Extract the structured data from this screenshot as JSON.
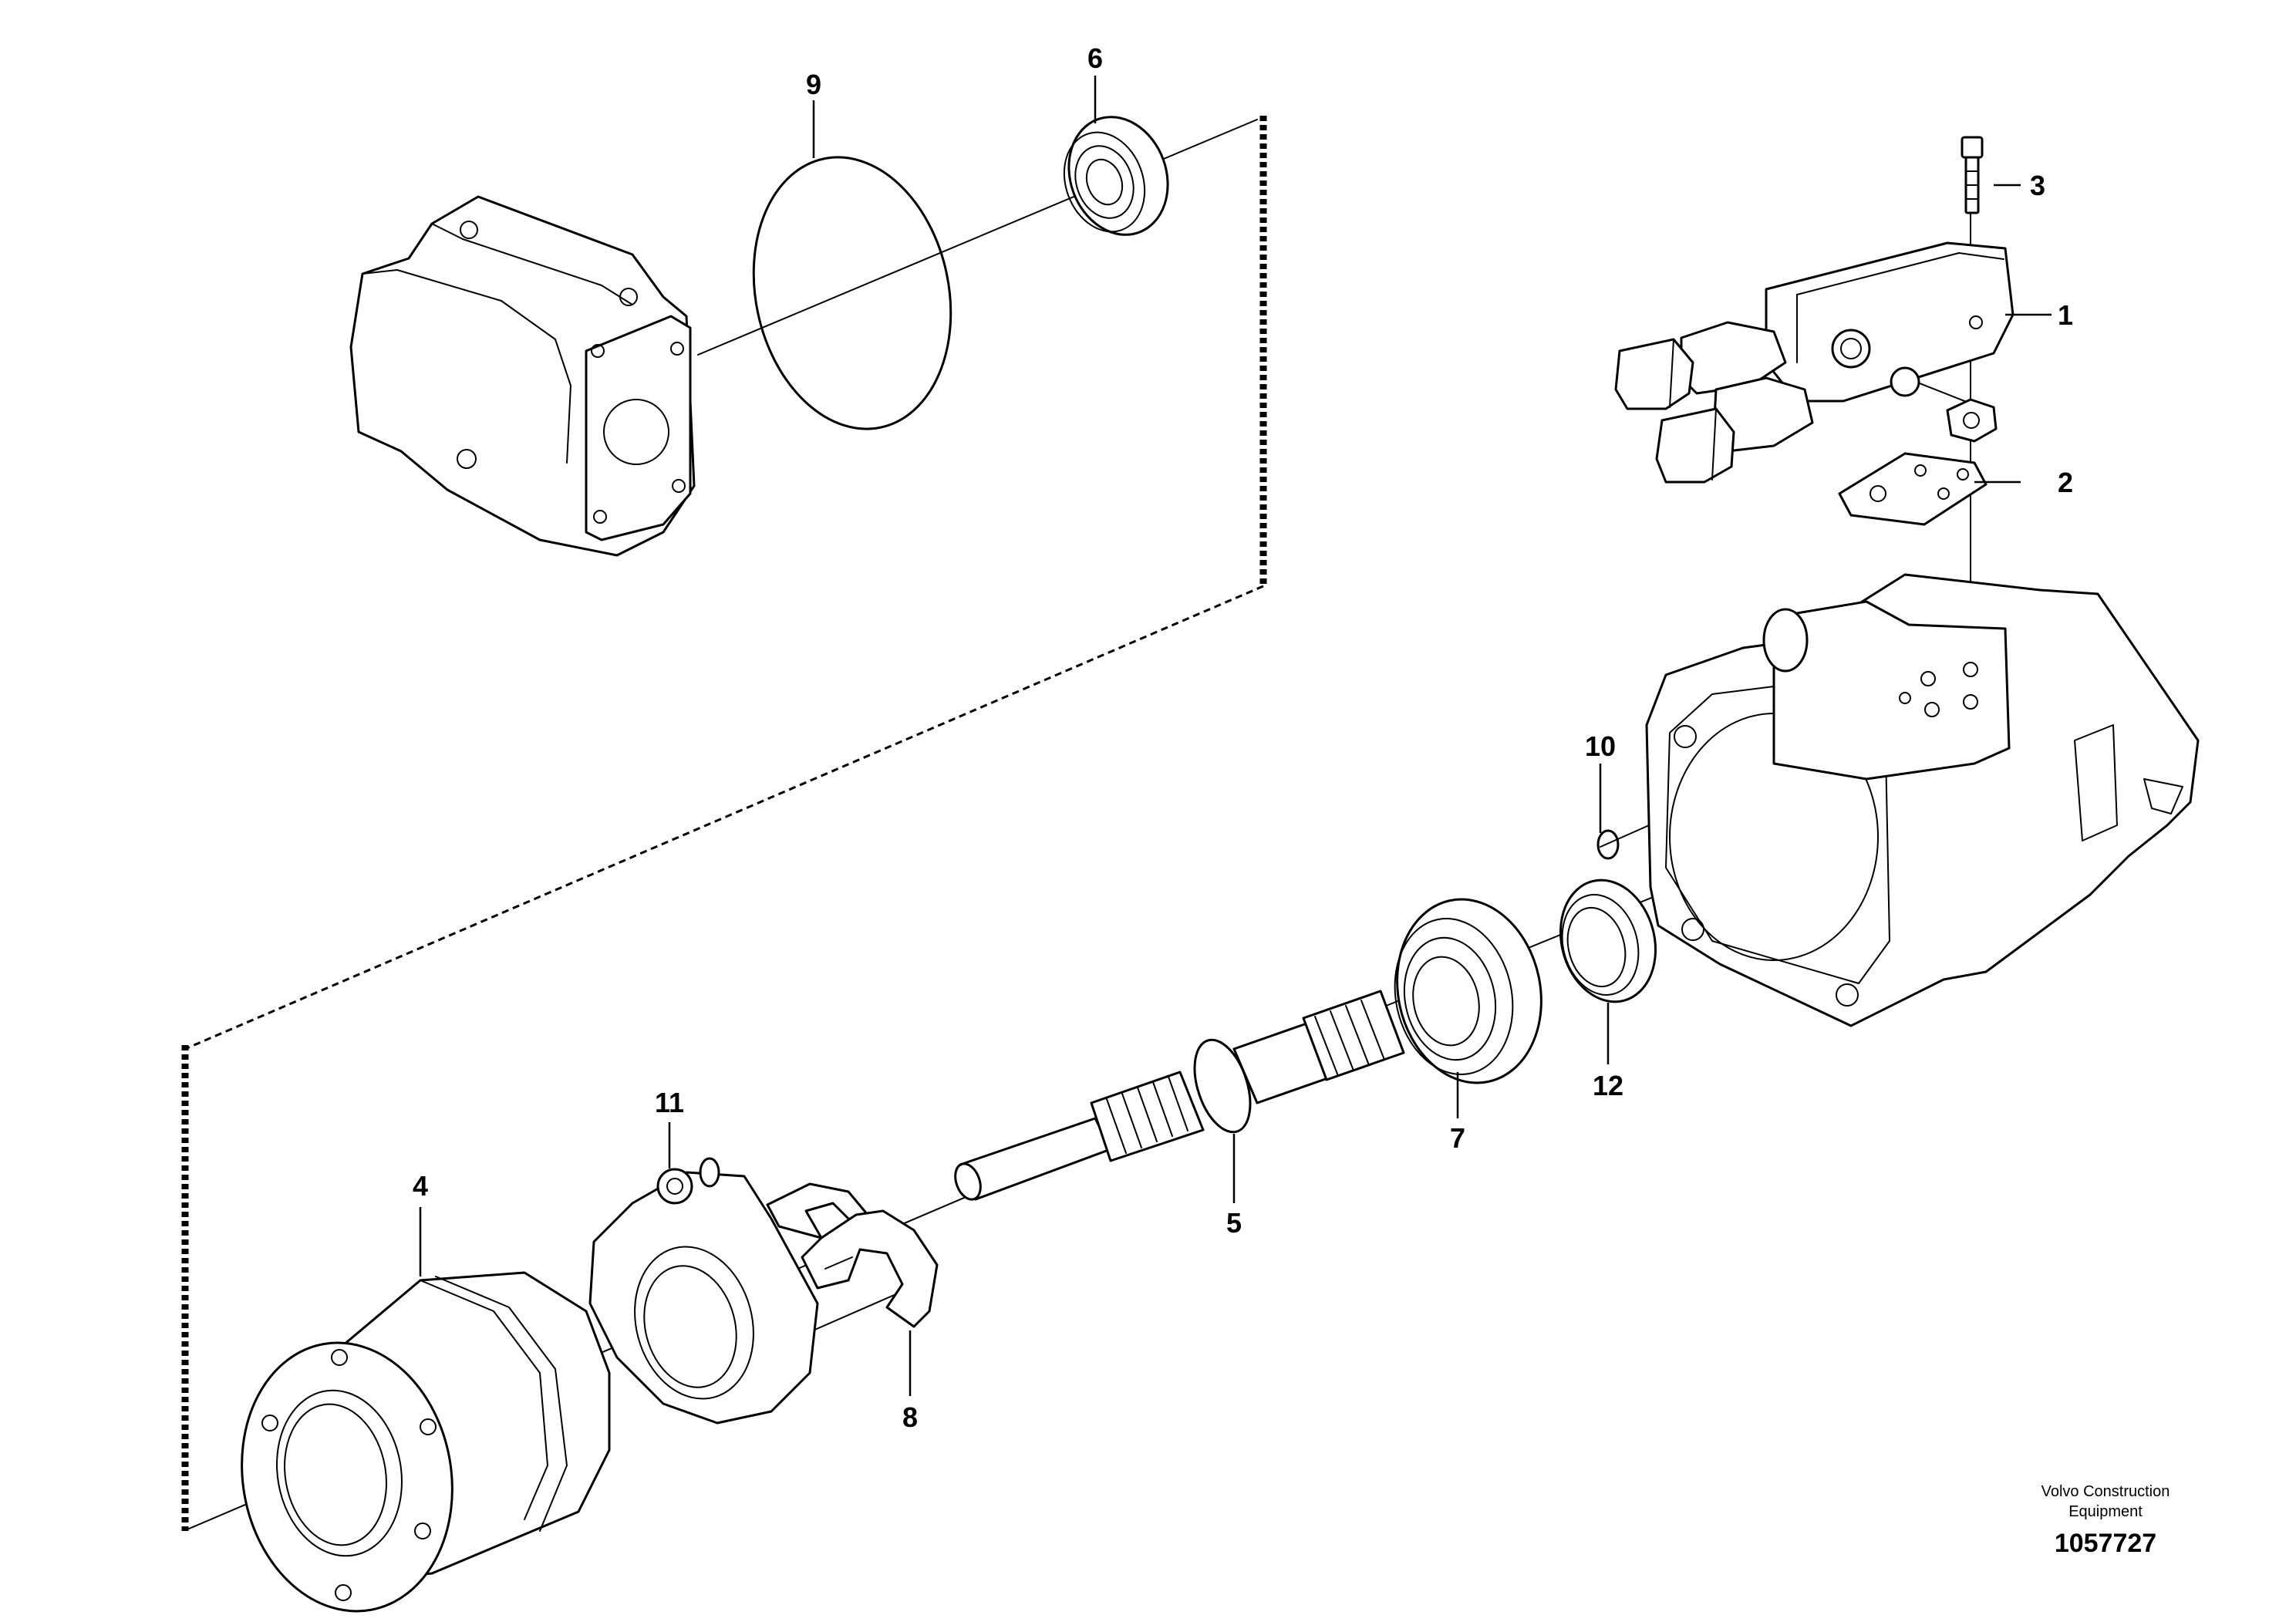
{
  "parts": [
    {
      "id": "1",
      "label": "1"
    },
    {
      "id": "2",
      "label": "2"
    },
    {
      "id": "3",
      "label": "3"
    },
    {
      "id": "4",
      "label": "4"
    },
    {
      "id": "5",
      "label": "5"
    },
    {
      "id": "6",
      "label": "6"
    },
    {
      "id": "7",
      "label": "7"
    },
    {
      "id": "8",
      "label": "8"
    },
    {
      "id": "9",
      "label": "9"
    },
    {
      "id": "10",
      "label": "10"
    },
    {
      "id": "11",
      "label": "11"
    },
    {
      "id": "12",
      "label": "12"
    }
  ],
  "caption": {
    "line1": "Volvo Construction",
    "line2": "Equipment",
    "drawing_number": "1057727"
  }
}
